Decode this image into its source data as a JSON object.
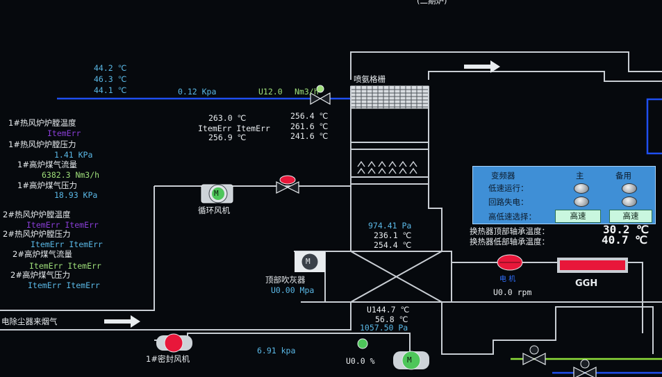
{
  "header": {
    "title_fragment": "(二期炉)"
  },
  "left_temps": [
    "44.2 ℃",
    "46.3 ℃",
    "44.1 ℃"
  ],
  "inlet": {
    "pressure": "0.12 Kpa",
    "valve_pos": "U12.0",
    "flow_unit": "Nm3/h"
  },
  "ammonia_grid": {
    "label": "喷氨格栅"
  },
  "mid_temps_left": [
    "263.0 ℃",
    "ItemErr ItemErr",
    "256.9 ℃"
  ],
  "mid_temps_right": [
    "256.4 ℃",
    "261.6 ℃",
    "241.6 ℃"
  ],
  "furnace1": {
    "wall_temp_label": "1#热风炉炉膛温度",
    "wall_temp_value": "ItemErr",
    "wall_press_label": "1#热风炉炉膛压力",
    "wall_press_value": "1.41 KPa",
    "gas_flow_label": "1#高炉煤气流量",
    "gas_flow_value": "6382.3 Nm3/h",
    "gas_press_label": "1#高炉煤气压力",
    "gas_press_value": "18.93 KPa"
  },
  "furnace2": {
    "wall_temp_label": "2#热风炉炉膛温度",
    "wall_temp_value": "ItemErr ItemErr",
    "wall_press_label": "2#热风炉炉膛压力",
    "wall_press_value": "ItemErr ItemErr",
    "gas_flow_label": "2#高炉煤气流量",
    "gas_flow_value": "ItemErr ItemErr",
    "gas_press_label": "2#高炉煤气压力",
    "gas_press_value": "ItemErr ItemErr"
  },
  "circ_fan": {
    "label": "循环风机",
    "motor": "M"
  },
  "reactor": {
    "values": [
      "974.41 Pa",
      "236.1 ℃",
      "254.4 ℃"
    ]
  },
  "soot_blower": {
    "label": "顶部吹灰器",
    "value": "U0.00 Mpa",
    "motor": "M"
  },
  "outlet": {
    "values": [
      "U144.7 ℃",
      "56.8 ℃",
      "1057.50 Pa"
    ]
  },
  "dust_inlet": {
    "label": "电除尘器来烟气"
  },
  "seal_fan": {
    "label": "1#密封风机",
    "pressure": "6.91 kpa"
  },
  "bottom_fan": {
    "value": "U0.0 %",
    "motor": "M"
  },
  "vfd_panel": {
    "header": "变频器",
    "col_main": "主",
    "col_backup": "备用",
    "row_low_speed": "低速运行：",
    "row_power_loss": "回路失电：",
    "row_select": "高低速选择：",
    "btn_main": "高速",
    "btn_backup": "高速"
  },
  "bearing": {
    "top_label": "换热器顶部轴承温度：",
    "top_value": "30.2 ℃",
    "bottom_label": "换热器低部轴承温度：",
    "bottom_value": "40.7 ℃"
  },
  "ggh": {
    "label": "GGH",
    "motor_label": "电 机",
    "speed": "U0.0 rpm"
  },
  "colors": {
    "pipe": "#c9ced4",
    "blue_line": "#1f4ff0",
    "green_line": "#8fe03a",
    "alarm": "#e8173a"
  }
}
